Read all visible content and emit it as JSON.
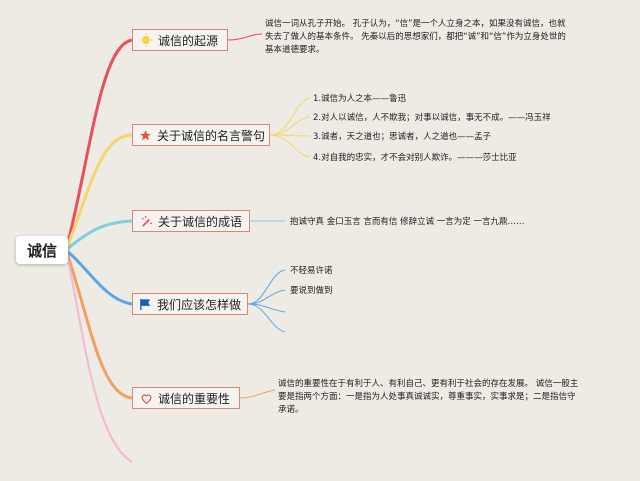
{
  "root": {
    "label": "诚信"
  },
  "branches": [
    {
      "label": "诚信的起源",
      "icon": "sun-icon",
      "color": "#e8505b",
      "detail": [
        "诚信一词从孔子开始。 孔子认为，“信”是一个人立身之本，如果没有诚信，也就",
        "失去了做人的基本条件。 先秦以后的思想家们，都把“诚”和“信”作为立身处世的",
        "基本道德要求。"
      ]
    },
    {
      "label": "关于诚信的名言警句",
      "icon": "star-icon",
      "color": "#f5d66b",
      "items": [
        "1.诚信为人之本——鲁迅",
        "2.对人以诚信，人不欺我；对事以诚信，事无不成。——冯玉祥",
        "3.诚者，天之道也；思诚者，人之道也——孟子",
        "4.对自我的忠实，才不会对别人欺诈。———莎士比亚"
      ]
    },
    {
      "label": "关于诚信的成语",
      "icon": "magic-wand-icon",
      "color": "#7ecfe0",
      "items": [
        "抱诚守真 金口玉言 言而有信 修辞立诚 一言为定 一言九鼎……"
      ]
    },
    {
      "label": "我们应该怎样做",
      "icon": "flag-icon",
      "color": "#5aa8e8",
      "items": [
        "不轻易许诺",
        "要说到做到"
      ]
    },
    {
      "label": "诚信的重要性",
      "icon": "heart-icon",
      "color": "#f0a060",
      "detail": [
        "诚信的重要性在于有利于人、有利自己、更有利于社会的存在发展。 诚信一般主",
        "要是指两个方面：一是指为人处事真诚诚实，尊重事实，实事求是；二是指信守",
        "承诺。"
      ]
    }
  ],
  "colors": {
    "background": "#eeeae4",
    "branch_border": "#d8887a",
    "extra_branch": "#f5b8d0"
  }
}
